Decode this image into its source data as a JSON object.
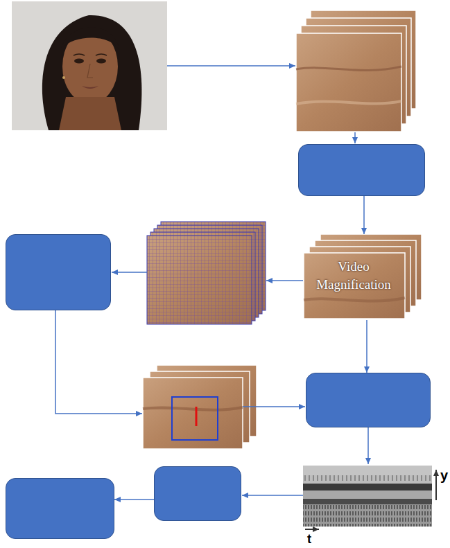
{
  "diagram": {
    "nodes": [
      {
        "text": []
      },
      {
        "text": [
          "Video Magnification"
        ]
      },
      {
        "text": []
      },
      {
        "text": []
      },
      {
        "text": []
      },
      {
        "text": []
      }
    ],
    "edges": [
      {
        "from": 0,
        "to": 1,
        "arrow": "to"
      },
      {
        "from": 1,
        "to": 3,
        "arrow": "to"
      },
      {
        "from": 4,
        "to": 5,
        "arrow": "to"
      }
    ],
    "labels": [
      "y",
      "t"
    ]
  }
}
